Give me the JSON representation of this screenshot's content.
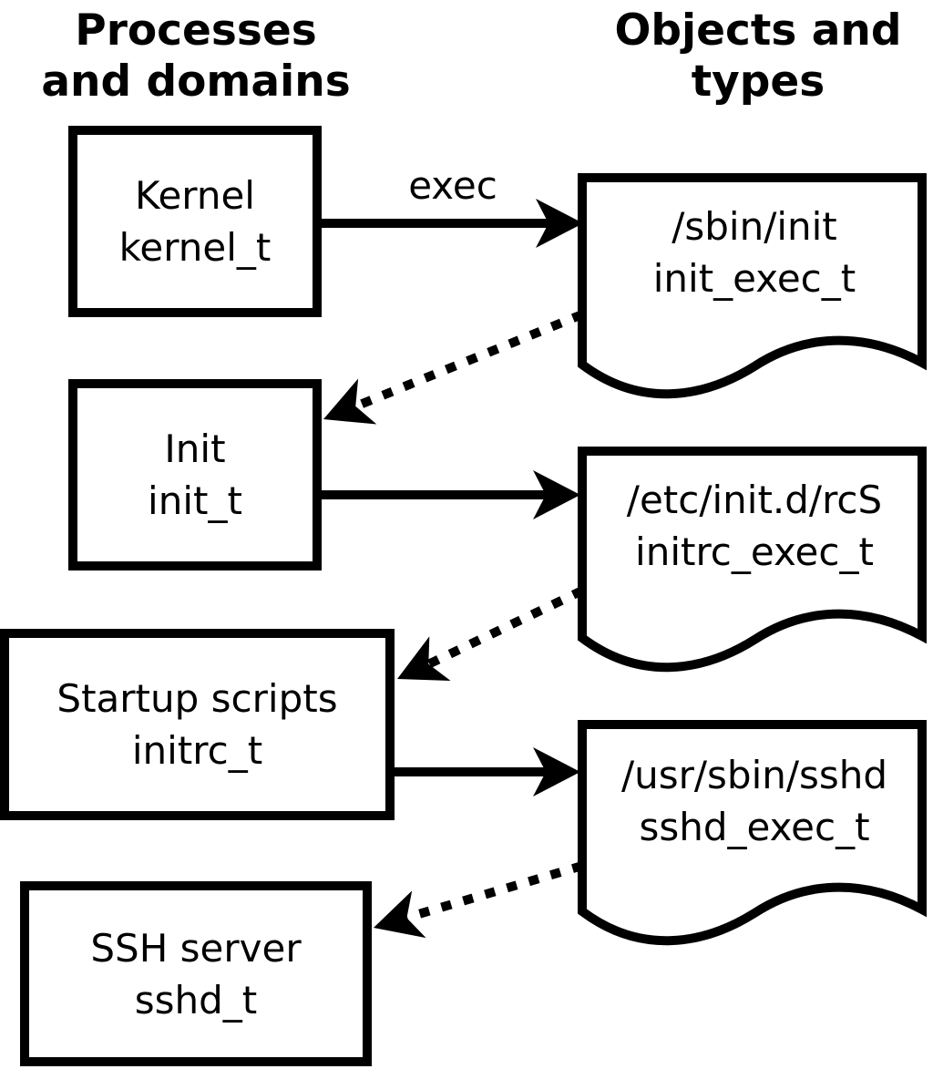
{
  "headers": {
    "left": {
      "line1": "Processes",
      "line2": "and domains"
    },
    "right": {
      "line1": "Objects and",
      "line2": "types"
    }
  },
  "process_boxes": [
    {
      "name": "Kernel",
      "type_label": "kernel_t"
    },
    {
      "name": "Init",
      "type_label": "init_t"
    },
    {
      "name": "Startup scripts",
      "type_label": "initrc_t"
    },
    {
      "name": "SSH server",
      "type_label": "sshd_t"
    }
  ],
  "object_documents": [
    {
      "path": "/sbin/init",
      "type_label": "init_exec_t"
    },
    {
      "path": "/etc/init.d/rcS",
      "type_label": "initrc_exec_t"
    },
    {
      "path": "/usr/sbin/sshd",
      "type_label": "sshd_exec_t"
    }
  ],
  "arrow_labels": {
    "exec": "exec"
  },
  "colors": {
    "ink": "#000000",
    "background": "#ffffff"
  }
}
